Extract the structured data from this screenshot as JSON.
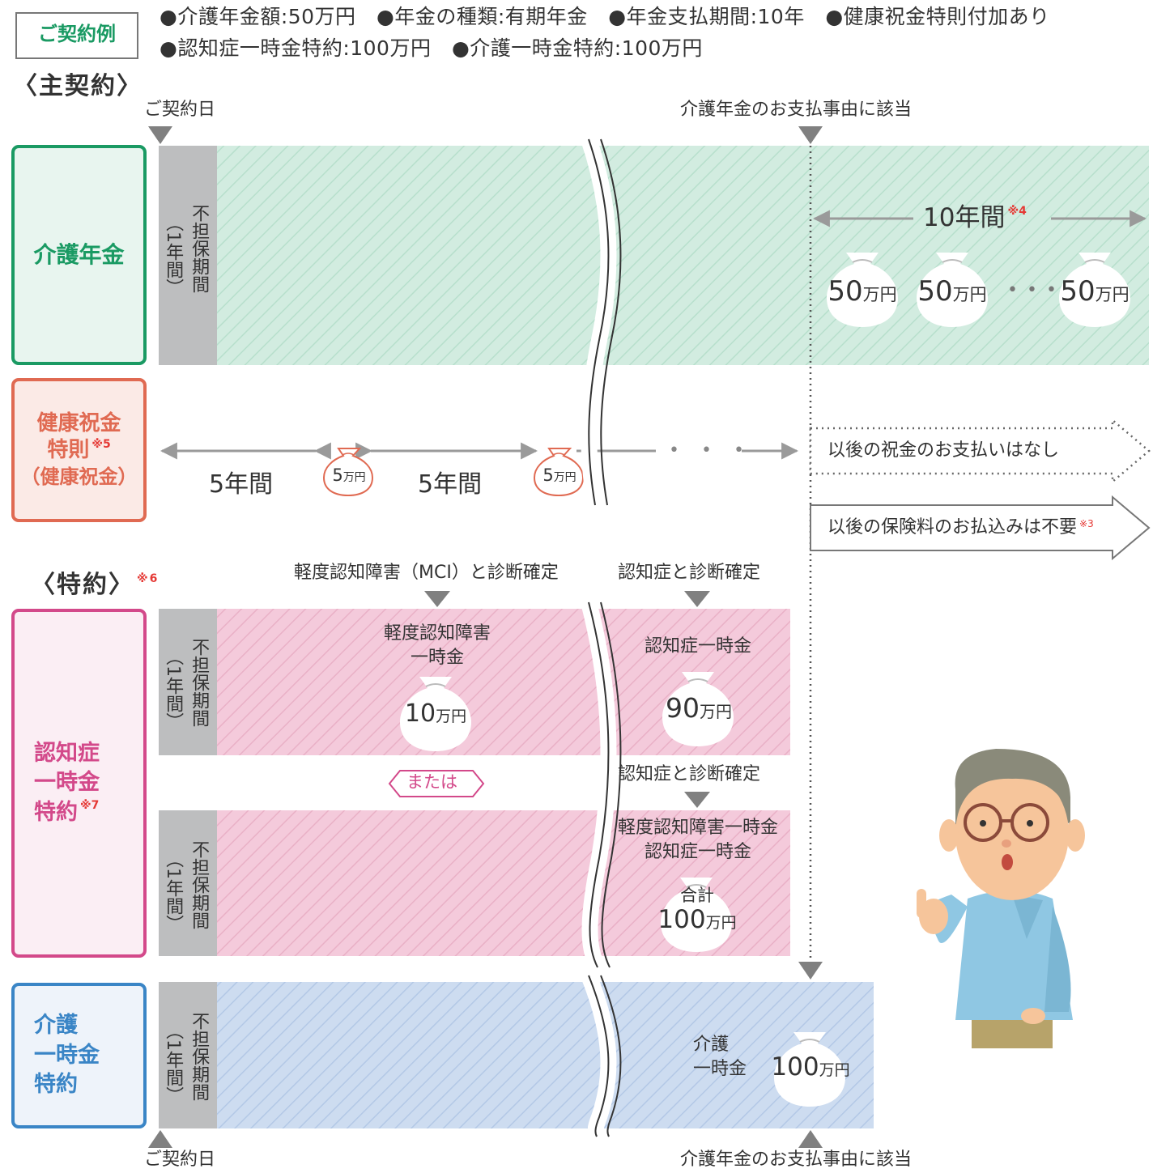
{
  "summary": {
    "badge": "ご契約例",
    "line1": "●介護年金額:50万円　●年金の種類:有期年金　●年金支払期間:10年　●健康祝金特則付加あり",
    "line2": "●認知症一時金特約:100万円　●介護一時金特約:100万円"
  },
  "main_section": {
    "title": "〈主契約〉"
  },
  "rider_section": {
    "title": "〈特約〉",
    "note": "※6"
  },
  "timeline": {
    "contract_date": "ご契約日",
    "trigger_event": "介護年金のお支払事由に該当",
    "exemption_period": "不担保期間",
    "exemption_length": "（1年間）"
  },
  "kaigo_nenkin": {
    "label": "介護年金",
    "period": "10年間",
    "period_note": "※4",
    "payments": [
      {
        "amount": "50",
        "unit": "万円"
      },
      {
        "amount": "50",
        "unit": "万円"
      },
      {
        "amount": "50",
        "unit": "万円"
      }
    ],
    "ellipsis": "• • •"
  },
  "kenko_iwaikin": {
    "label_lines": [
      "健康祝金",
      "特則",
      "（健康祝金）"
    ],
    "label_note": "※5",
    "interval": "5年間",
    "payments": [
      {
        "amount": "5",
        "unit": "万円"
      },
      {
        "amount": "5",
        "unit": "万円"
      }
    ],
    "ellipsis": "• • •",
    "after_no_bonus": "以後の祝金のお支払いはなし",
    "after_no_premium": "以後の保険料のお払込みは不要",
    "after_no_premium_note": "※3"
  },
  "ninchisho_rider": {
    "label_lines": [
      "認知症",
      "一時金",
      "特約"
    ],
    "label_note": "※7",
    "event_mci": "軽度認知障害（MCI）と診断確定",
    "event_dementia": "認知症と診断確定",
    "mci_caption_lines": [
      "軽度認知障害",
      "一時金"
    ],
    "mci_amount": "10",
    "mci_unit": "万円",
    "dementia_caption": "認知症一時金",
    "dementia_amount": "90",
    "dementia_unit": "万円",
    "or_label": "または",
    "event_dementia_2": "認知症と診断確定",
    "combined_caption_lines": [
      "軽度認知障害一時金",
      "認知症一時金"
    ],
    "combined_total_label": "合計",
    "combined_amount": "100",
    "combined_unit": "万円"
  },
  "kaigo_ichijikin_rider": {
    "label_lines": [
      "介護",
      "一時金",
      "特約"
    ],
    "caption_lines": [
      "介護",
      "一時金"
    ],
    "amount": "100",
    "unit": "万円"
  },
  "colors": {
    "green": "#1a9a63",
    "green_fill": "#d2ece0",
    "orange": "#e06a52",
    "orange_fill": "#fbeae6",
    "pink": "#d3498a",
    "pink_fill": "#f4cadb",
    "blue": "#3a85c6",
    "blue_fill": "#cddcf0",
    "gray_bar": "#bdbebf",
    "arrow_gray": "#9a9a9a"
  }
}
